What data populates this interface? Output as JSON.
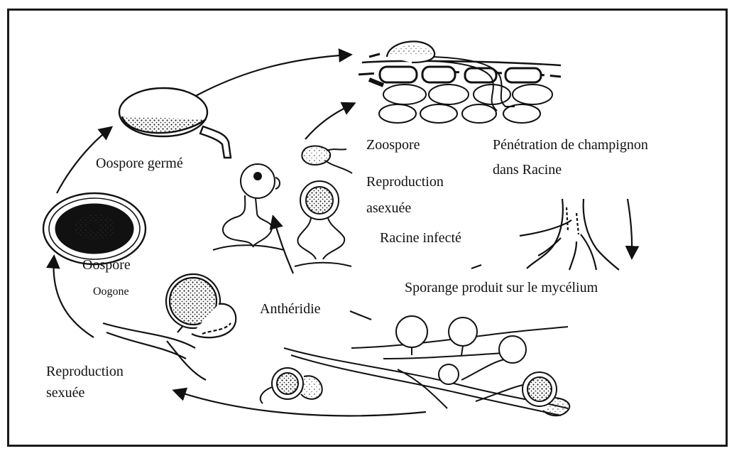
{
  "labels": {
    "oospore_germe": "Oospore germé",
    "zoospore": "Zoospore",
    "penetration_line1": "Pénétration de champignon",
    "penetration_line2": "dans Racine",
    "repro_asexuee_line1": "Reproduction",
    "repro_asexuee_line2": "asexuée",
    "racine_infecte": "Racine infecté",
    "oospore": "Oospore",
    "oogone": "Oogone",
    "antheridie": "Anthéridie",
    "sporange": "Sporange produit sur le mycélium",
    "repro_sexuee_line1": "Reproduction",
    "repro_sexuee_line2": "sexuée"
  },
  "colors": {
    "ink": "#111111",
    "frame": "#1a1a1a",
    "background": "#ffffff"
  }
}
